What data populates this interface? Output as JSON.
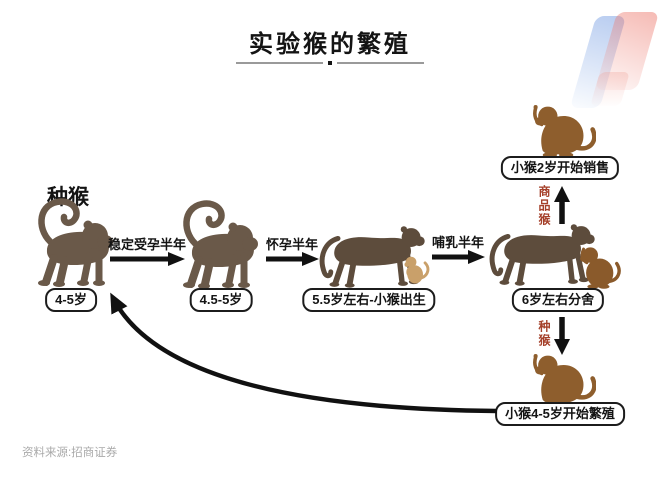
{
  "header": {
    "title": "实验猴的繁殖"
  },
  "flow": {
    "breeder_label": "种猴",
    "stages": [
      {
        "caption": "4-5岁"
      },
      {
        "caption": "4.5-5岁"
      },
      {
        "caption": "5.5岁左右-小猴出生"
      },
      {
        "caption": "6岁左右分舍"
      }
    ],
    "transitions": [
      {
        "label": "稳定受孕半年"
      },
      {
        "label": "怀孕半年"
      },
      {
        "label": "哺乳半年"
      }
    ],
    "sale_branch": {
      "arrow_label": "商品猴",
      "caption": "小猴2岁开始销售"
    },
    "breeding_branch": {
      "arrow_label": "种猴",
      "caption": "小猴4-5岁开始繁殖"
    }
  },
  "footer": {
    "source": "资料来源:招商证券"
  },
  "icons": {
    "adult_monkey": "standing-monkey-silhouette",
    "mother_monkey": "walking-monkey-silhouette",
    "infant_monkey": "small-sitting-monkey-silhouette",
    "juvenile_monkey": "sitting-monkey-silhouette"
  },
  "colors": {
    "adult_monkey": "#6a5949",
    "mother_monkey": "#5d4c3c",
    "infant_monkey": "#c9a06a",
    "juvenile_monkey": "#8a5a2b",
    "accent_red": "#a5402a",
    "outline_black": "#1c1c1c",
    "divider_gray": "#9a9a9a",
    "source_gray": "#a9a9a9",
    "logo_blue": "#88aae6",
    "logo_pink": "#ec766a"
  }
}
